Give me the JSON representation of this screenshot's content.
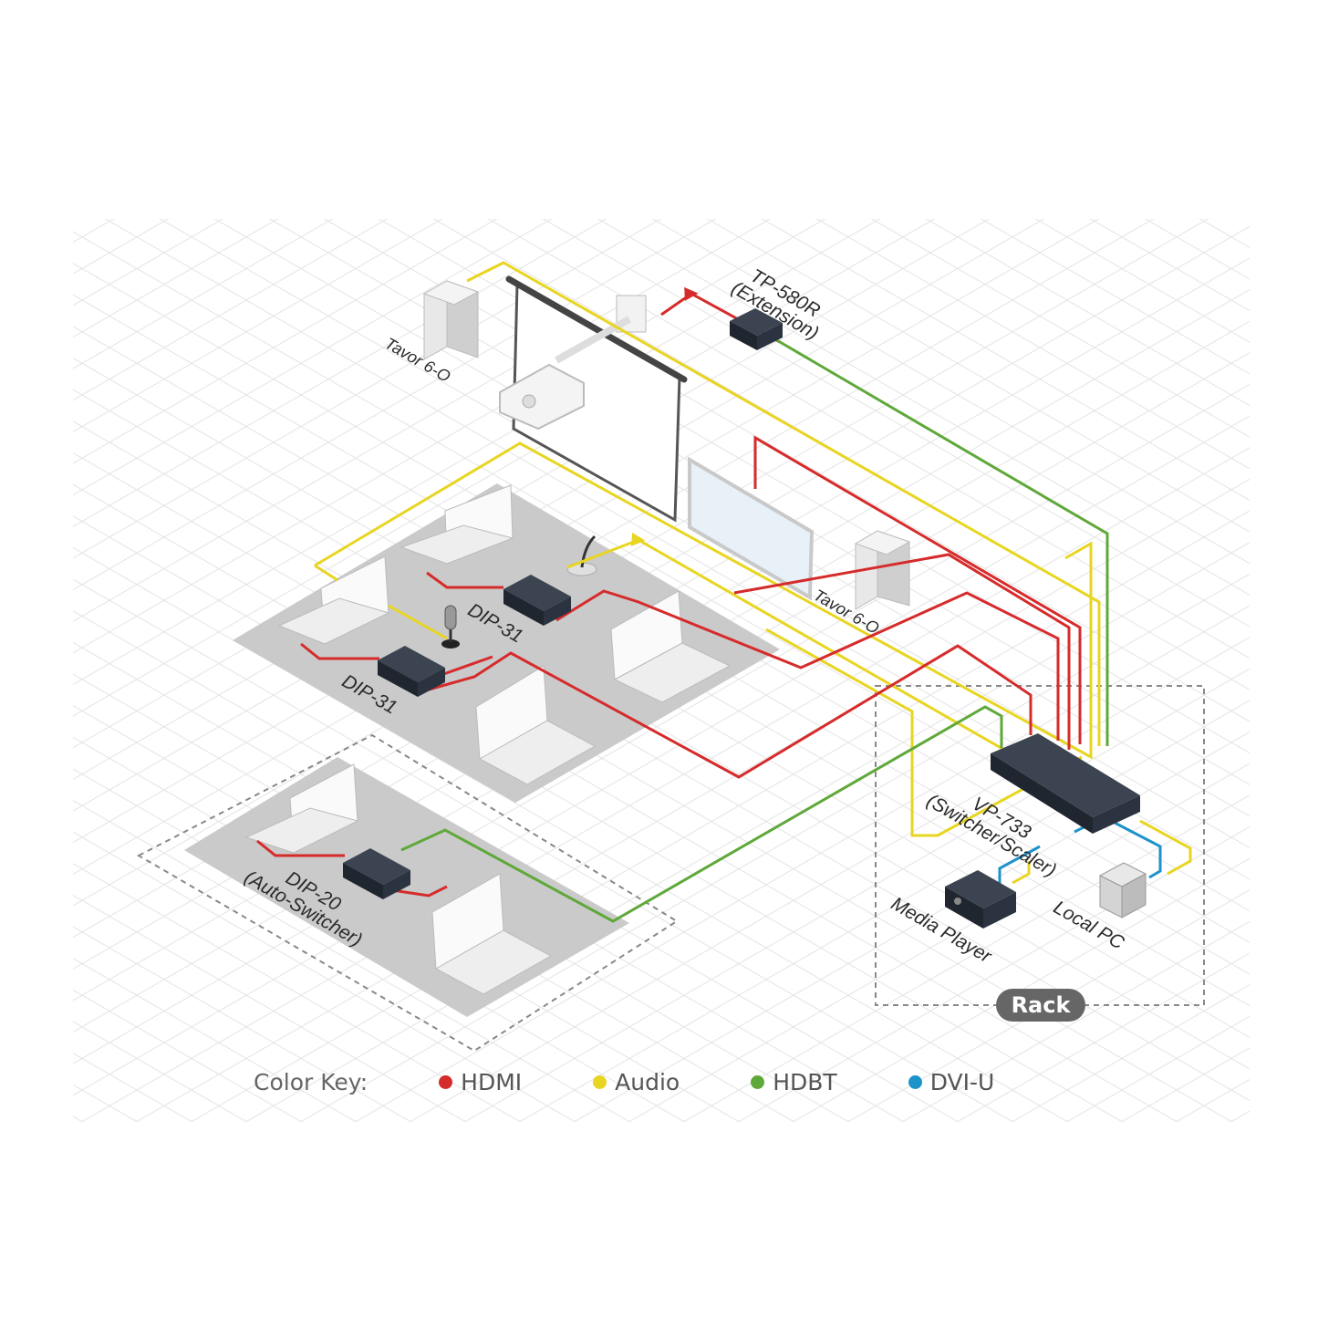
{
  "labels": {
    "speaker_top": "Tavor 6-O",
    "speaker_right": "Tavor 6-O",
    "extension_model": "TP-580R",
    "extension_role": "(Extension)",
    "dip_31_a": "DIP-31",
    "dip_31_b": "DIP-31",
    "dip_20_model": "DIP-20",
    "dip_20_role": "(Auto-Switcher)",
    "switcher_model": "VP-733",
    "switcher_role": "(Switcher/Scaler)",
    "media_player": "Media Player",
    "local_pc": "Local PC",
    "rack": "Rack"
  },
  "legend": {
    "title": "Color Key:",
    "items": [
      {
        "label": "HDMI",
        "color": "#d62b2b"
      },
      {
        "label": "Audio",
        "color": "#e8d521"
      },
      {
        "label": "HDBT",
        "color": "#5fa83a"
      },
      {
        "label": "DVI-U",
        "color": "#1c93c9"
      }
    ]
  },
  "colors": {
    "hdmi": "#d62b2b",
    "audio": "#e8d521",
    "hdbt": "#5fa83a",
    "dvi": "#1c93c9",
    "device": "#1f2630",
    "table": "#c8c8c8"
  }
}
